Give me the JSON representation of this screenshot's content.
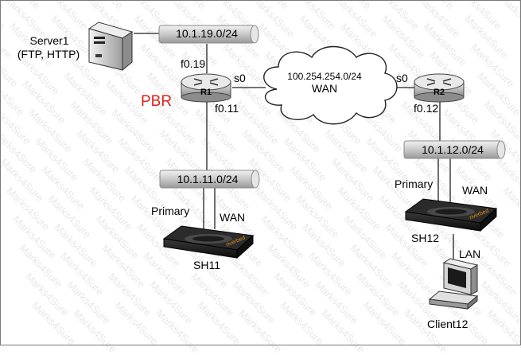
{
  "watermark": "Marks4Sure",
  "colors": {
    "highlight": "#e0201c",
    "line": "#222222",
    "pipe": "#cfcfcf"
  },
  "server": {
    "name": "Server1",
    "services": "(FTP, HTTP)"
  },
  "subnets": {
    "server_lan": "10.1.19.0/24",
    "r1_lan": "10.1.11.0/24",
    "r2_lan": "10.1.12.0/24",
    "wan": "100.254.254.0/24"
  },
  "wan_label": "WAN",
  "r1": {
    "name": "R1",
    "if_server": "f0.19",
    "if_lan": "f0.11",
    "if_wan": "s0",
    "policy": "PBR"
  },
  "r2": {
    "name": "R2",
    "if_wan": "s0",
    "if_lan": "f0.12"
  },
  "sh11": {
    "name": "SH11",
    "primary": "Primary",
    "wan": "WAN",
    "brand": "riverbed"
  },
  "sh12": {
    "name": "SH12",
    "primary": "Primary",
    "wan": "WAN",
    "lan": "LAN",
    "brand": "riverbed"
  },
  "client": {
    "name": "Client12"
  }
}
